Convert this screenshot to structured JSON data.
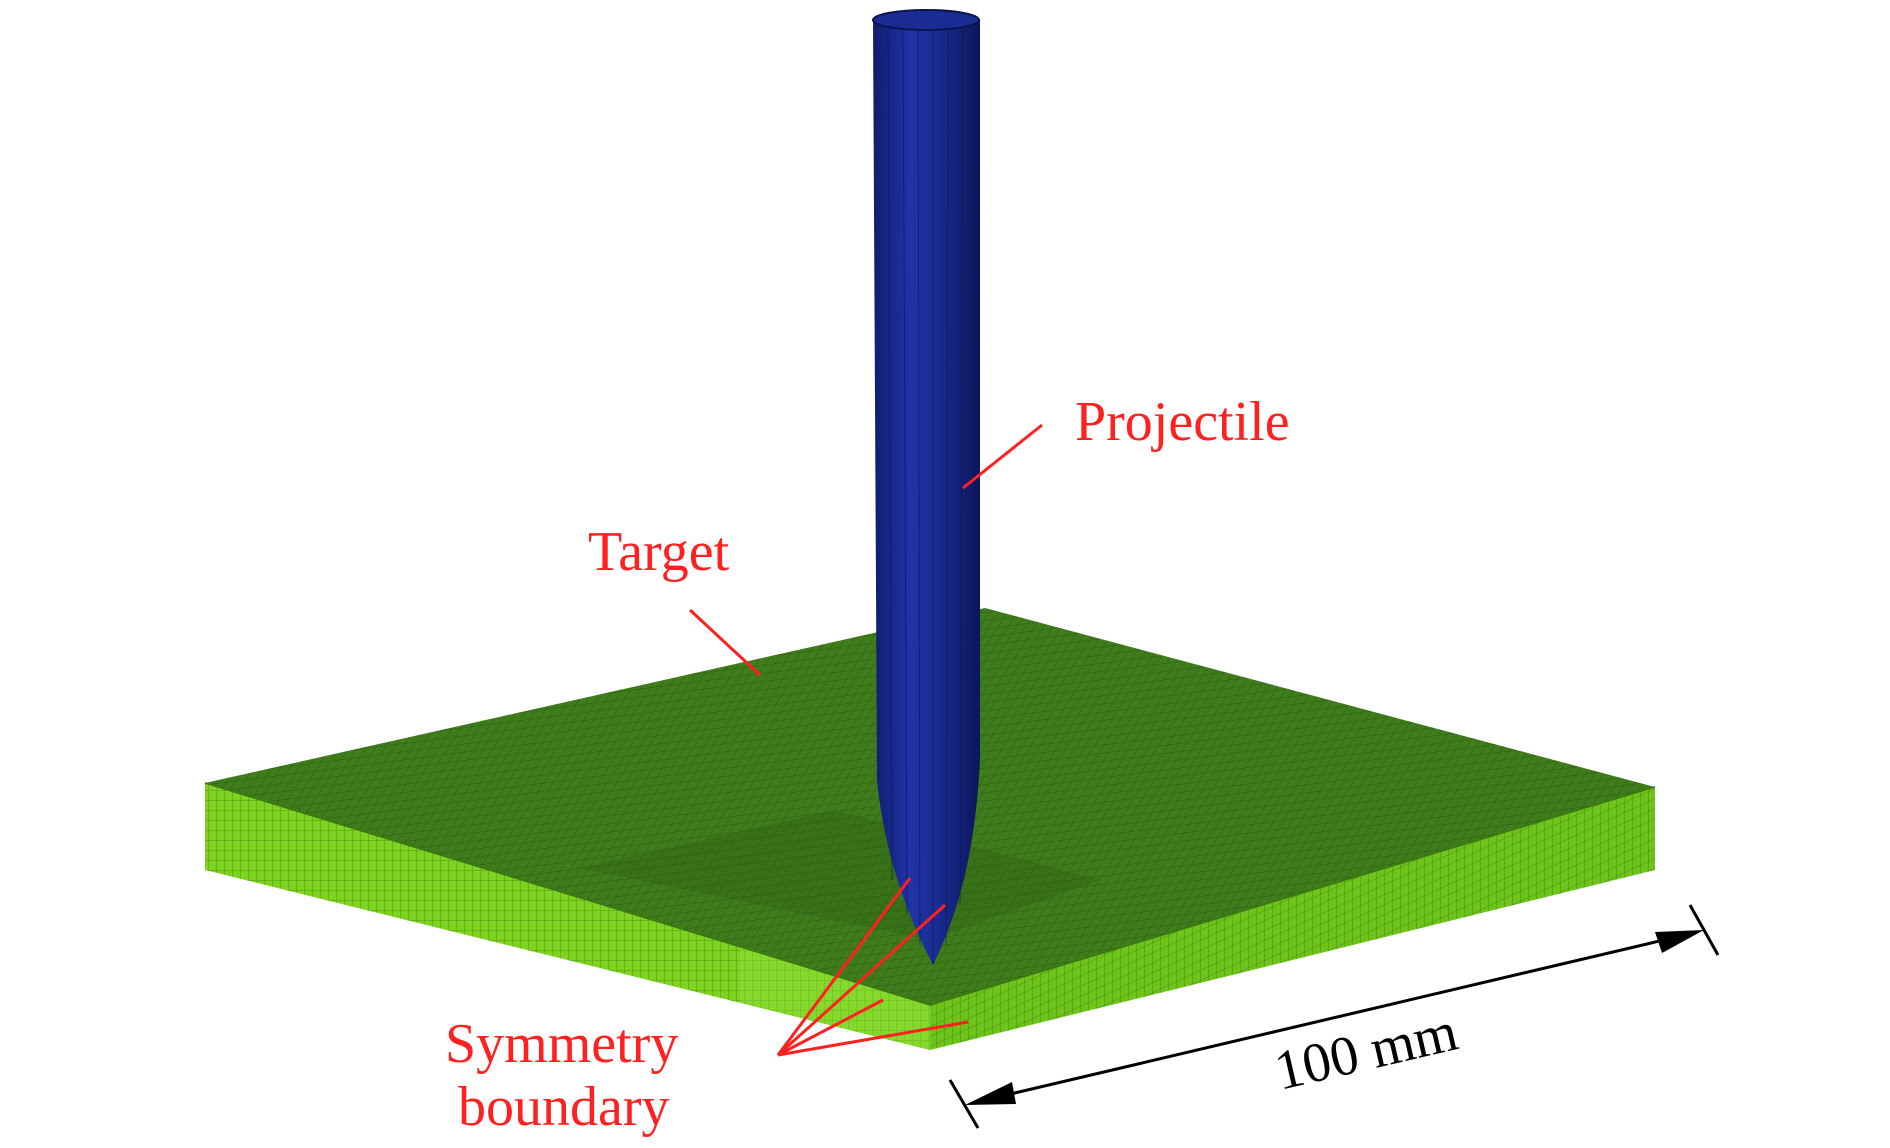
{
  "labels": {
    "projectile": "Projectile",
    "target": "Target",
    "symmetry_line1": "Symmetry",
    "symmetry_line2": "boundary",
    "dimension": "100 mm"
  },
  "colors": {
    "projectile": "#1a2a8c",
    "projectile_dark": "#0d1860",
    "target_top": "#3d7a1a",
    "target_side": "#7ed321",
    "target_side_dark": "#5fae14",
    "annotation": "#ff2020",
    "dimension_line": "#000000"
  }
}
